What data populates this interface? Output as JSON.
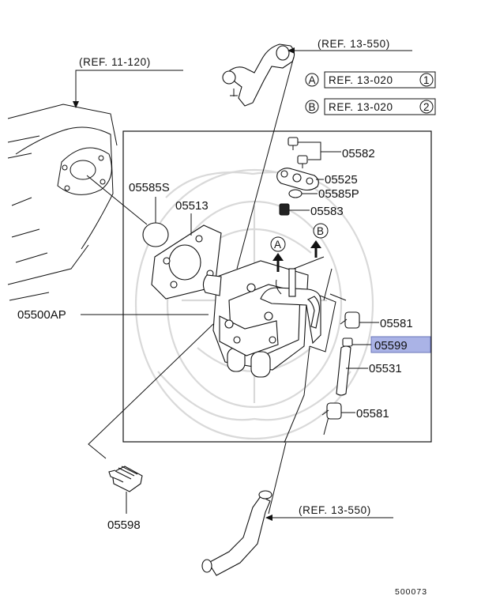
{
  "refs": {
    "top": "(REF. 13-550)",
    "left": "(REF. 11-120)",
    "bottom": "(REF. 13-550)",
    "a_letter": "A",
    "a_ref": "REF. 13-020",
    "a_num": "1",
    "b_letter": "B",
    "b_ref": "REF. 13-020",
    "b_num": "2"
  },
  "markers": {
    "a": "A",
    "b": "B"
  },
  "parts": {
    "p05582": "05582",
    "p05525": "05525",
    "p05585P": "05585P",
    "p05583": "05583",
    "p05585S": "05585S",
    "p05513": "05513",
    "p05500AP": "05500AP",
    "p05581_top": "05581",
    "p05599": "05599",
    "p05531": "05531",
    "p05581_bottom": "05581",
    "p05598": "05598"
  },
  "highlight_color": "#aab3e6",
  "diagram_id": "500073"
}
